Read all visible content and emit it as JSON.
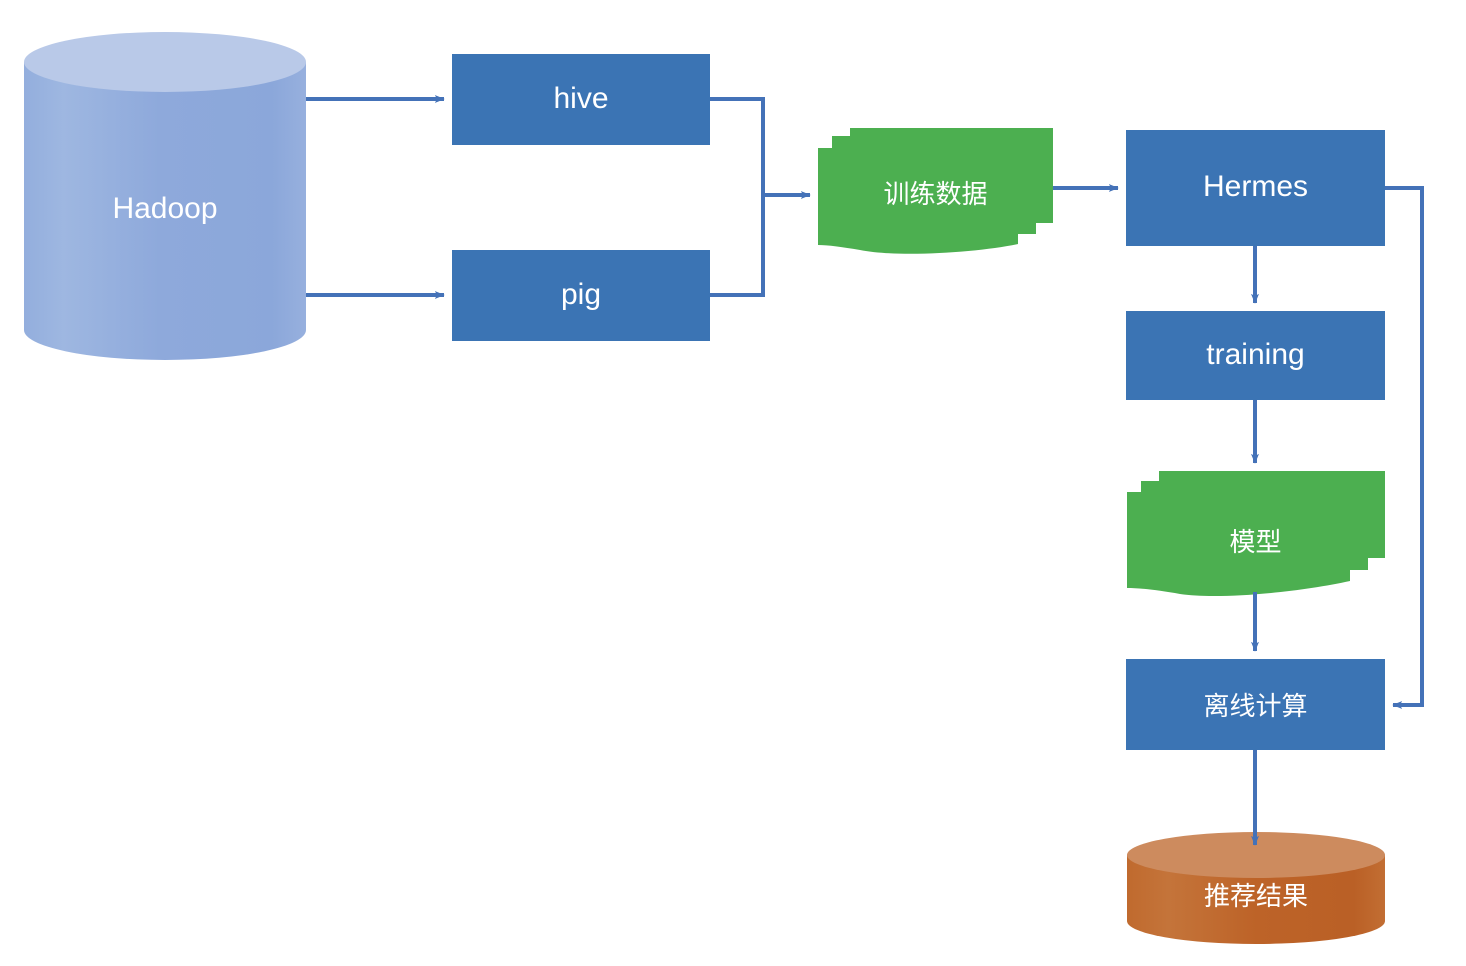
{
  "diagram": {
    "title": "recommendation-pipeline-flowchart",
    "background": "#ffffff",
    "colors": {
      "process_blue": "#3b74b4",
      "cylinder_blue_body": "#8faadc",
      "cylinder_blue_top": "#b9c9e8",
      "document_green": "#4caf50",
      "cylinder_orange_body": "#bf6528",
      "cylinder_orange_top": "#cd8b5e",
      "connector_blue": "#4472b8",
      "label_text": "#ffffff"
    },
    "nodes": [
      {
        "id": "hadoop",
        "label": "Hadoop",
        "shape": "cylinder",
        "color": "#8faadc"
      },
      {
        "id": "hive",
        "label": "hive",
        "shape": "rectangle",
        "color": "#3b74b4"
      },
      {
        "id": "pig",
        "label": "pig",
        "shape": "rectangle",
        "color": "#3b74b4"
      },
      {
        "id": "training_data",
        "label": "训练数据",
        "shape": "multidocument",
        "color": "#4caf50"
      },
      {
        "id": "hermes",
        "label": "Hermes",
        "shape": "rectangle",
        "color": "#3b74b4"
      },
      {
        "id": "training",
        "label": "training",
        "shape": "rectangle",
        "color": "#3b74b4"
      },
      {
        "id": "model",
        "label": "模型",
        "shape": "multidocument",
        "color": "#4caf50"
      },
      {
        "id": "offline",
        "label": "离线计算",
        "shape": "rectangle",
        "color": "#3b74b4"
      },
      {
        "id": "result",
        "label": "推荐结果",
        "shape": "cylinder",
        "color": "#bf6528"
      }
    ],
    "edges": [
      {
        "from": "hadoop",
        "to": "hive",
        "style": "arrow"
      },
      {
        "from": "hadoop",
        "to": "pig",
        "style": "arrow"
      },
      {
        "from": "hive",
        "to": "training_data",
        "style": "merge-arrow"
      },
      {
        "from": "pig",
        "to": "training_data",
        "style": "merge-arrow"
      },
      {
        "from": "training_data",
        "to": "hermes",
        "style": "arrow"
      },
      {
        "from": "hermes",
        "to": "training",
        "style": "arrow"
      },
      {
        "from": "training",
        "to": "model",
        "style": "arrow"
      },
      {
        "from": "model",
        "to": "offline",
        "style": "arrow"
      },
      {
        "from": "offline",
        "to": "result",
        "style": "arrow"
      },
      {
        "from": "hermes",
        "to": "offline",
        "style": "feedback-arrow-right"
      }
    ]
  }
}
